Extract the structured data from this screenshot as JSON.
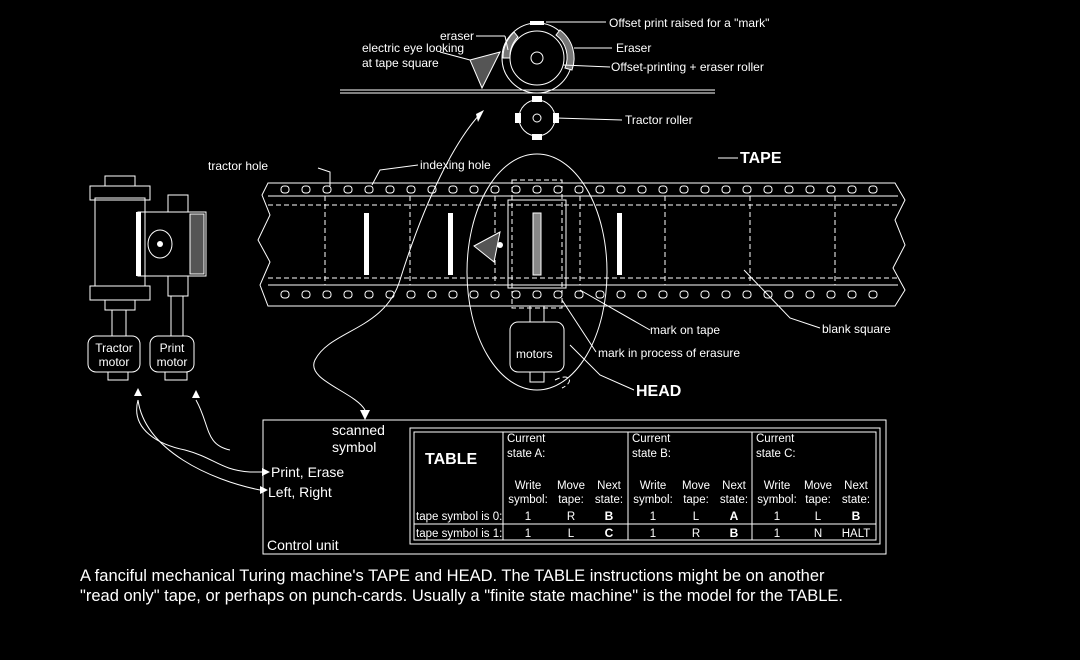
{
  "labels": {
    "offset_print": "Offset print raised for a \"mark\"",
    "eraser_left": "eraser",
    "eraser_right": "Eraser",
    "electric_eye_1": "electric eye looking",
    "electric_eye_2": "at tape square",
    "offset_roller": "Offset-printing + eraser roller",
    "tractor_roller": "Tractor roller",
    "tractor_hole": "tractor hole",
    "indexing_hole": "indexing hole",
    "tape": "TAPE",
    "mark_on_tape": "mark on tape",
    "blank_square": "blank square",
    "mark_erasure": "mark in process of erasure",
    "head": "HEAD",
    "motors": "motors",
    "tractor_motor_1": "Tractor",
    "tractor_motor_2": "motor",
    "print_motor_1": "Print",
    "print_motor_2": "motor",
    "scanned_1": "scanned",
    "scanned_2": "symbol",
    "print_erase": "Print, Erase",
    "left_right": "Left, Right",
    "control_unit": "Control unit",
    "table_title": "TABLE"
  },
  "table": {
    "states": [
      {
        "l1": "Current",
        "l2": "state A:",
        "rows": [
          [
            "1",
            "R",
            "B"
          ],
          [
            "1",
            "L",
            "C"
          ]
        ]
      },
      {
        "l1": "Current",
        "l2": "state B:",
        "rows": [
          [
            "1",
            "L",
            "A"
          ],
          [
            "1",
            "R",
            "B"
          ]
        ]
      },
      {
        "l1": "Current",
        "l2": "state C:",
        "rows": [
          [
            "1",
            "L",
            "B"
          ],
          [
            "1",
            "N",
            "HALT"
          ]
        ]
      }
    ],
    "headers": [
      [
        "Write",
        "symbol:"
      ],
      [
        "Move",
        "tape:"
      ],
      [
        "Next",
        "state:"
      ]
    ],
    "row_labels": [
      "tape symbol is 0:",
      "tape symbol is 1:"
    ]
  },
  "caption": {
    "line1": "A fanciful mechanical Turing machine's TAPE and HEAD. The TABLE instructions might be on another",
    "line2": "\"read only\" tape, or perhaps on punch-cards. Usually a \"finite state machine\" is the model for the TABLE."
  }
}
